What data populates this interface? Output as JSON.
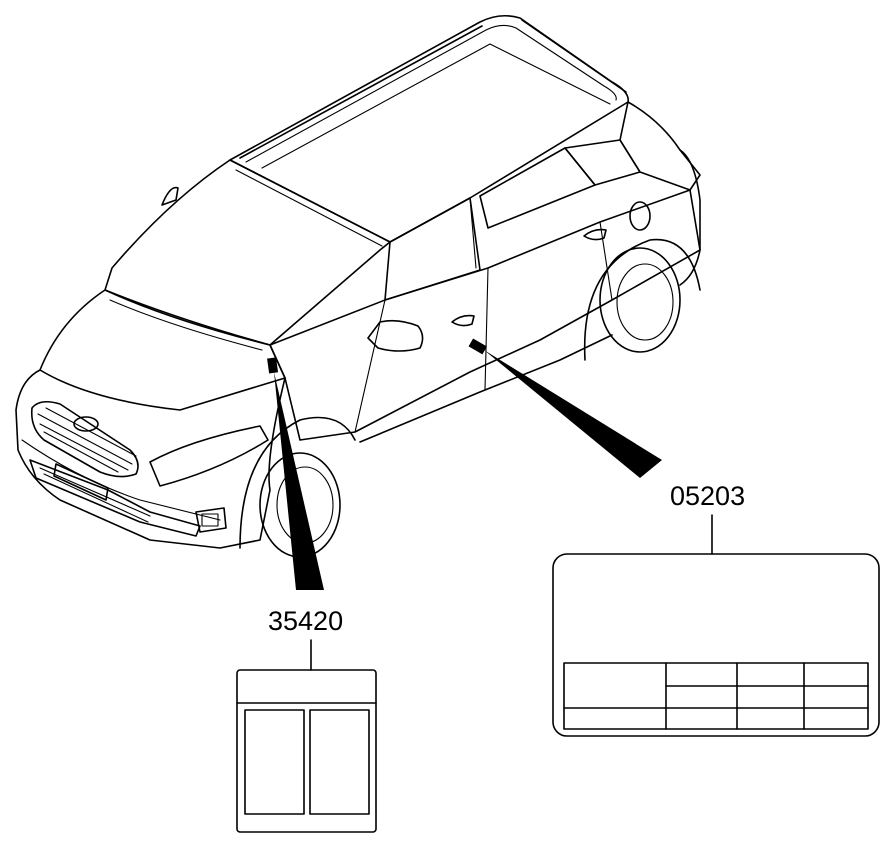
{
  "parts": [
    {
      "id": "hood-label",
      "part_number": "35420"
    },
    {
      "id": "door-label",
      "part_number": "05203"
    }
  ]
}
